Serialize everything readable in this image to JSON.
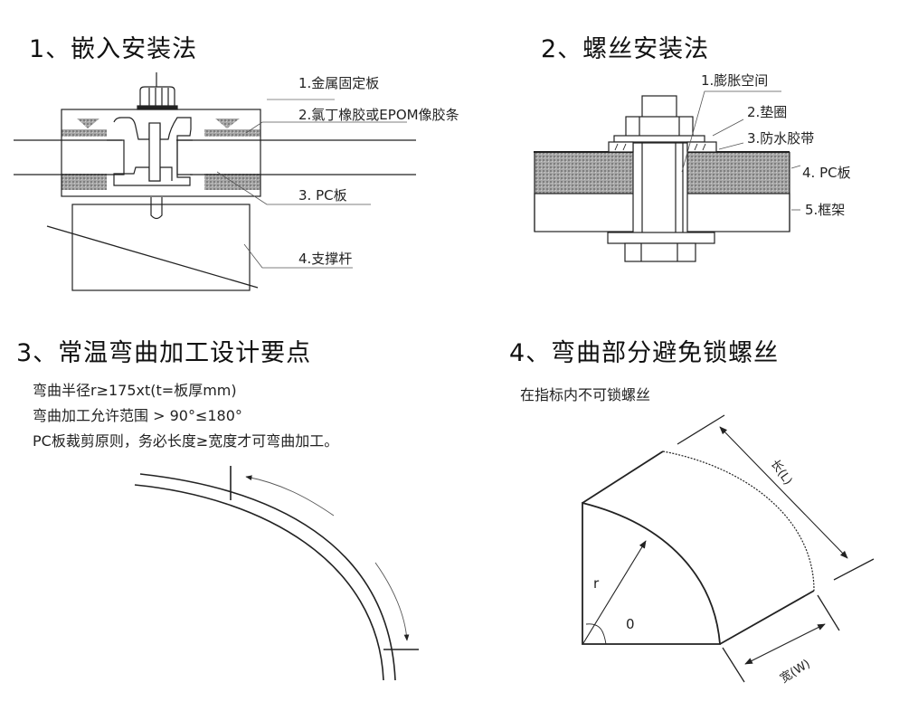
{
  "sections": [
    {
      "title": "1、嵌入安装法",
      "labels": [
        "1.金属固定板",
        "2.氯丁橡胶或EPOM像胶条",
        "3. PC板",
        "4.支撑杆"
      ]
    },
    {
      "title": "2、螺丝安装法",
      "labels": [
        "1.膨胀空间",
        "2.垫圈",
        "3.防水胶带",
        "4. PC板",
        "5.框架"
      ]
    },
    {
      "title": "3、常温弯曲加工设计要点",
      "notes": [
        "弯曲半径r≥175xt(t=板厚mm)",
        "弯曲加工允许范围 > 90°≤180°",
        "PC板裁剪原则，务必长度≥宽度才可弯曲加工。"
      ]
    },
    {
      "title": "4、弯曲部分避免锁螺丝",
      "notes": [
        "在指标内不可锁螺丝"
      ],
      "labels": [
        "长(L)",
        "宽(W)",
        "r",
        "0"
      ]
    }
  ],
  "colors": {
    "line": "#222222",
    "hatch": "#9a9a9a",
    "leader": "#555555"
  }
}
